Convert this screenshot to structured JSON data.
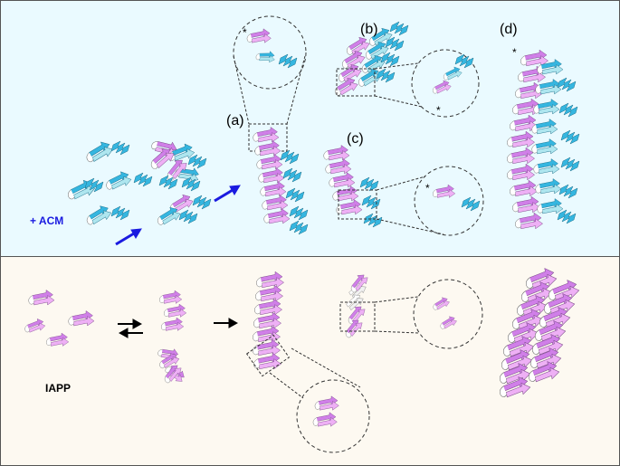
{
  "top_panel": {
    "background": "#eafaff",
    "label_a": "(a)",
    "label_b": "(b)",
    "label_c": "(c)",
    "label_d": "(d)",
    "reagent": "+ ACM",
    "star": "*"
  },
  "bottom_panel": {
    "background": "#fdf9f1",
    "species": "IAPP"
  },
  "colors": {
    "iapp_magenta": "#d07fe8",
    "iapp_magenta_light": "#eeb0f5",
    "acm_blue": "#35b6e0",
    "acm_blue_light": "#aee6ef",
    "loop_white": "#ffffff",
    "arrow_blue": "#1a1ae0",
    "arrow_black": "#000000"
  },
  "icons": [
    "beta-strand-arrow",
    "dashed-zoom-circle",
    "reaction-arrow",
    "equilibrium-arrow"
  ]
}
